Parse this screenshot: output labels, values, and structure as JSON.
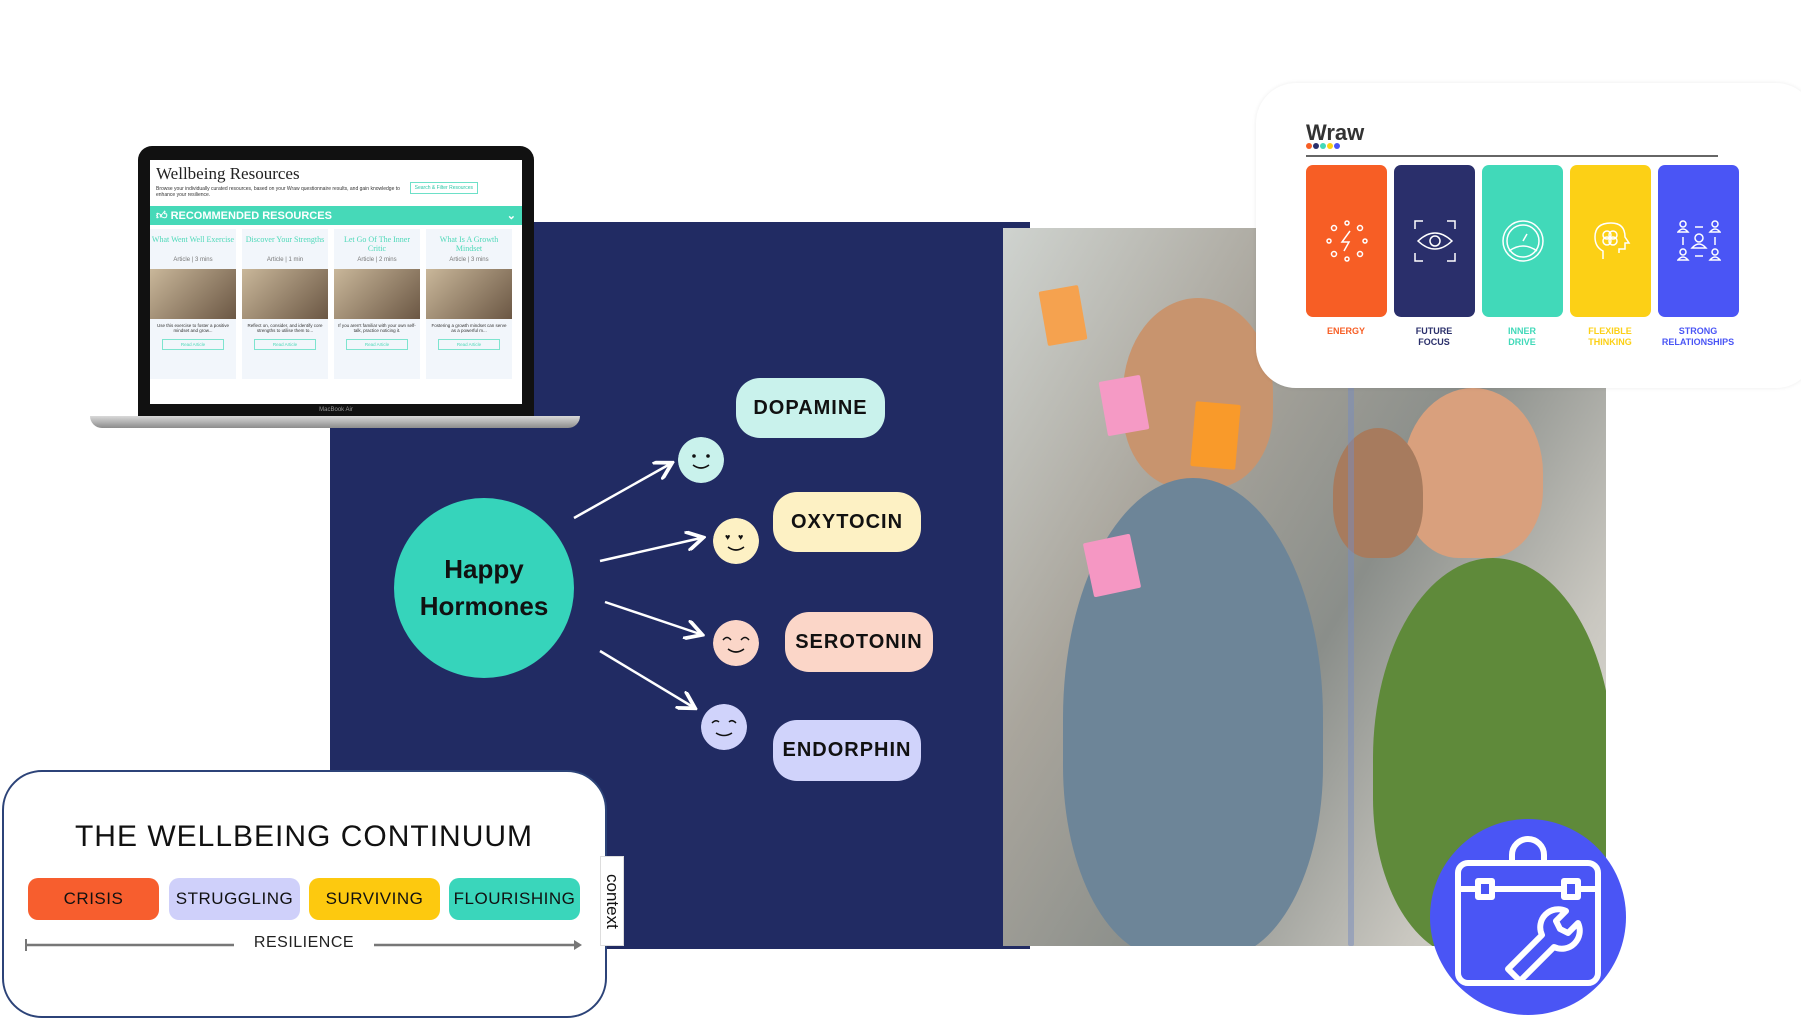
{
  "laptop": {
    "title": "Wellbeing Resources",
    "description": "Browse your individually curated resources, based on your Wraw questionnaire results, and gain knowledge to enhance your resilience.",
    "search_button": "Search & Filter Resources",
    "section": "RECOMMENDED RESOURCES",
    "device_label": "MacBook Air",
    "cards": [
      {
        "title": "What Went Well Exercise",
        "meta": "Article | 3 mins",
        "text": "Use this exercise to foster a positive mindset and grow...",
        "button": "Read Article"
      },
      {
        "title": "Discover Your Strengths",
        "meta": "Article | 1 min",
        "text": "Reflect on, consider, and identify core strengths to utilise them to...",
        "button": "Read Article"
      },
      {
        "title": "Let Go Of The Inner Critic",
        "meta": "Article | 2 mins",
        "text": "If you aren't familiar with your own self-talk, practice noticing it.",
        "button": "Read Article"
      },
      {
        "title": "What Is A Growth Mindset",
        "meta": "Article | 3 mins",
        "text": "Fostering a growth mindset can serve as a powerful m...",
        "button": "Read Article"
      }
    ]
  },
  "hormones": {
    "center_line1": "Happy",
    "center_line2": "Hormones",
    "items": [
      {
        "label": "DOPAMINE",
        "color": "#c9f2ec",
        "face": "smile"
      },
      {
        "label": "OXYTOCIN",
        "color": "#fdf1c4",
        "face": "heart-eyes"
      },
      {
        "label": "SEROTONIN",
        "color": "#fbd6c8",
        "face": "happy-closed-eyes"
      },
      {
        "label": "ENDORPHIN",
        "color": "#d0d3fb",
        "face": "content"
      }
    ]
  },
  "wraw": {
    "logo": "Wraw",
    "pillars": [
      {
        "label": "ENERGY",
        "color": "#f75e25",
        "icon": "energy-bolt-icon"
      },
      {
        "label": "FUTURE FOCUS",
        "color": "#2a2f6b",
        "icon": "eye-focus-icon"
      },
      {
        "label": "INNER DRIVE",
        "color": "#41d9b9",
        "icon": "gauge-icon"
      },
      {
        "label": "FLEXIBLE THINKING",
        "color": "#fcd016",
        "icon": "head-brain-icon"
      },
      {
        "label": "STRONG RELATIONSHIPS",
        "color": "#4a55f5",
        "icon": "people-network-icon"
      }
    ]
  },
  "continuum": {
    "title": "THE WELLBEING CONTINUUM",
    "stages": [
      {
        "label": "CRISIS",
        "color": "#f75e2e"
      },
      {
        "label": "STRUGGLING",
        "color": "#cfd0fa"
      },
      {
        "label": "SURVIVING",
        "color": "#fdc90f"
      },
      {
        "label": "FLOURISHING",
        "color": "#3ad6bb"
      }
    ],
    "axis_label": "RESILIENCE",
    "side_tab": "context"
  },
  "toolbox": {
    "icon": "toolbox-wrench-icon",
    "color": "#4a55f5"
  }
}
